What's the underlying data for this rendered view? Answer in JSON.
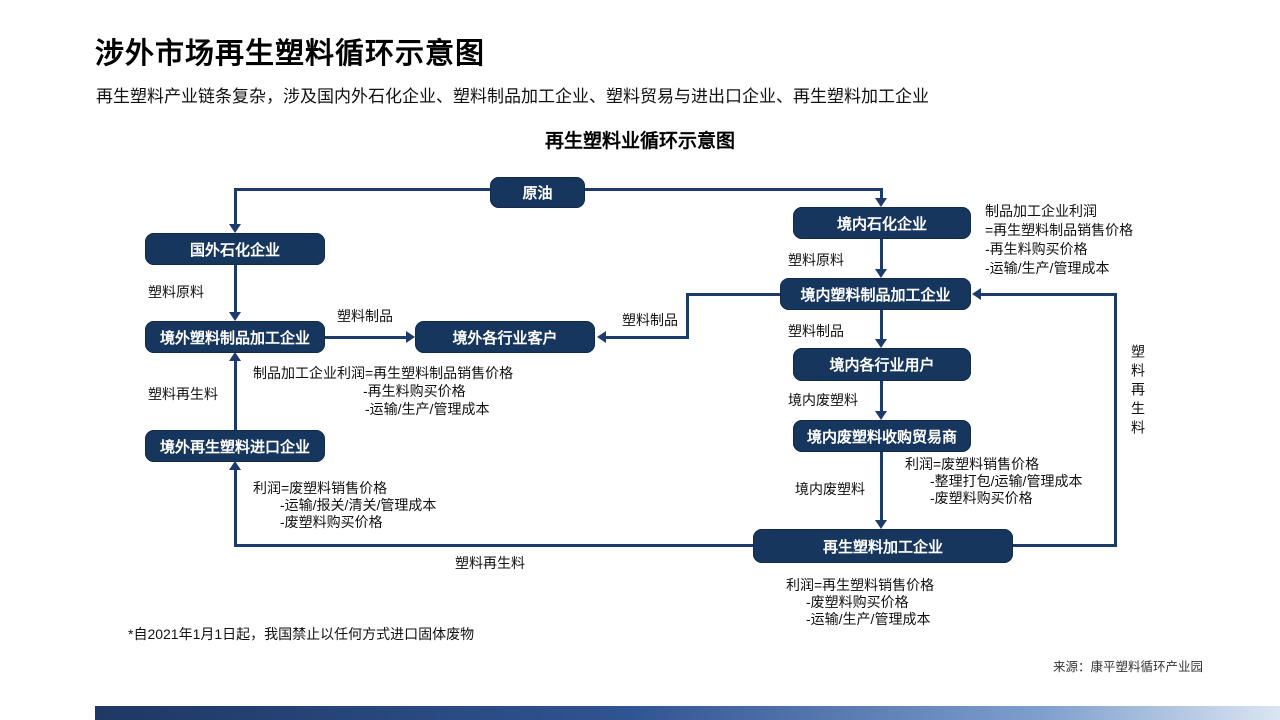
{
  "page": {
    "title": "涉外市场再生塑料循环示意图",
    "subtitle": "再生塑料产业链条复杂，涉及国内外石化企业、塑料制品加工企业、塑料贸易与进出口企业、再生塑料加工企业",
    "footnote": "*自2021年1月1日起，我国禁止以任何方式进口固体废物",
    "source": "来源：康平塑料循环产业园"
  },
  "colors": {
    "node_fill": "#17365d",
    "connector": "#1d3c6b",
    "footer_bar_start": "#1f3864",
    "footer_bar_end": "#dbe5f1"
  },
  "diagram": {
    "title": "再生塑料业循环示意图",
    "nodes": {
      "crude_oil": "原油",
      "foreign_petrochemical": "国外石化企业",
      "overseas_plastic_processor": "境外塑料制品加工企业",
      "overseas_industry_customers": "境外各行业客户",
      "overseas_recycled_importer": "境外再生塑料进口企业",
      "domestic_petrochemical": "境内石化企业",
      "domestic_plastic_processor": "境内塑料制品加工企业",
      "domestic_industry_users": "境内各行业用户",
      "domestic_waste_trader": "境内废塑料收购贸易商",
      "recycled_plastic_processor": "再生塑料加工企业"
    },
    "edge_labels": {
      "plastic_raw_left": "塑料原料",
      "plastic_products_left": "塑料制品",
      "plastic_products_center": "塑料制品",
      "plastic_recycled_left": "塑料再生料",
      "plastic_raw_right": "塑料原料",
      "plastic_products_right": "塑料制品",
      "domestic_waste_1": "境内废塑料",
      "domestic_waste_2": "境内废塑料",
      "plastic_recycled_bottom": "塑料再生料",
      "plastic_recycled_vertical": "塑料再生料"
    },
    "annotations": {
      "left_processor_profit": [
        "制品加工企业利润=再生塑料制品销售价格",
        "-再生料购买价格",
        "-运输/生产/管理成本"
      ],
      "left_importer_profit": [
        "利润=废塑料销售价格",
        "-运输/报关/清关/管理成本",
        "-废塑料购买价格"
      ],
      "right_processor_profit": [
        "制品加工企业利润",
        "=再生塑料制品销售价格",
        "-再生料购买价格",
        "-运输/生产/管理成本"
      ],
      "right_trader_profit": [
        "利润=废塑料销售价格",
        "-整理打包/运输/管理成本",
        "-废塑料购买价格"
      ],
      "bottom_processor_profit": [
        "利润=再生塑料销售价格",
        "-废塑料购买价格",
        "-运输/生产/管理成本"
      ]
    }
  }
}
